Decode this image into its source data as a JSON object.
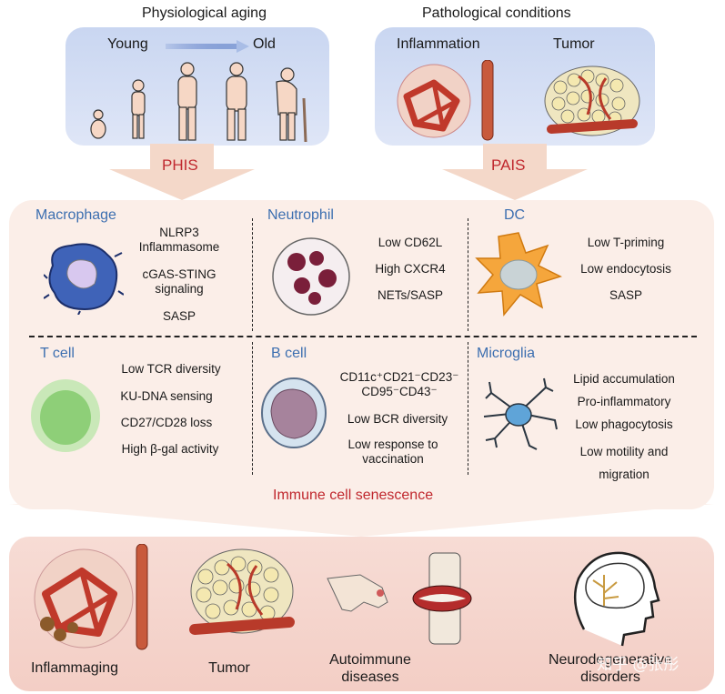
{
  "top": {
    "left_header": "Physiological aging",
    "right_header": "Pathological conditions",
    "young": "Young",
    "old": "Old",
    "inflammation": "Inflammation",
    "tumor": "Tumor",
    "phis": "PHIS",
    "pais": "PAIS"
  },
  "cells": {
    "macrophage": {
      "title": "Macrophage",
      "f1": "NLRP3\nInflammasome",
      "f2": "cGAS-STING\nsignaling",
      "f3": "SASP"
    },
    "neutrophil": {
      "title": "Neutrophil",
      "f1": "Low CD62L",
      "f2": "High CXCR4",
      "f3": "NETs/SASP"
    },
    "dc": {
      "title": "DC",
      "f1": "Low T-priming",
      "f2": "Low endocytosis",
      "f3": "SASP"
    },
    "tcell": {
      "title": "T cell",
      "f1": "Low TCR diversity",
      "f2": "KU-DNA sensing",
      "f3": "CD27/CD28 loss",
      "f4": "High β-gal activity"
    },
    "bcell": {
      "title": "B cell",
      "f1": "CD11c⁺CD21⁻CD23⁻\nCD95⁻CD43⁻",
      "f2": "Low BCR diversity",
      "f3": "Low response to\nvaccination"
    },
    "microglia": {
      "title": "Microglia",
      "f1": "Lipid accumulation",
      "f2": "Pro-inflammatory",
      "f3": "Low phagocytosis",
      "f4": "Low motility and\nmigration"
    }
  },
  "middle_label": "Immune cell senescence",
  "bottom": {
    "l1": "Inflammaging",
    "l2": "Tumor",
    "l3": "Autoimmune\ndiseases",
    "l4": "Neurodegenerative\ndisorders",
    "watermark": "知乎 @张彤"
  }
}
